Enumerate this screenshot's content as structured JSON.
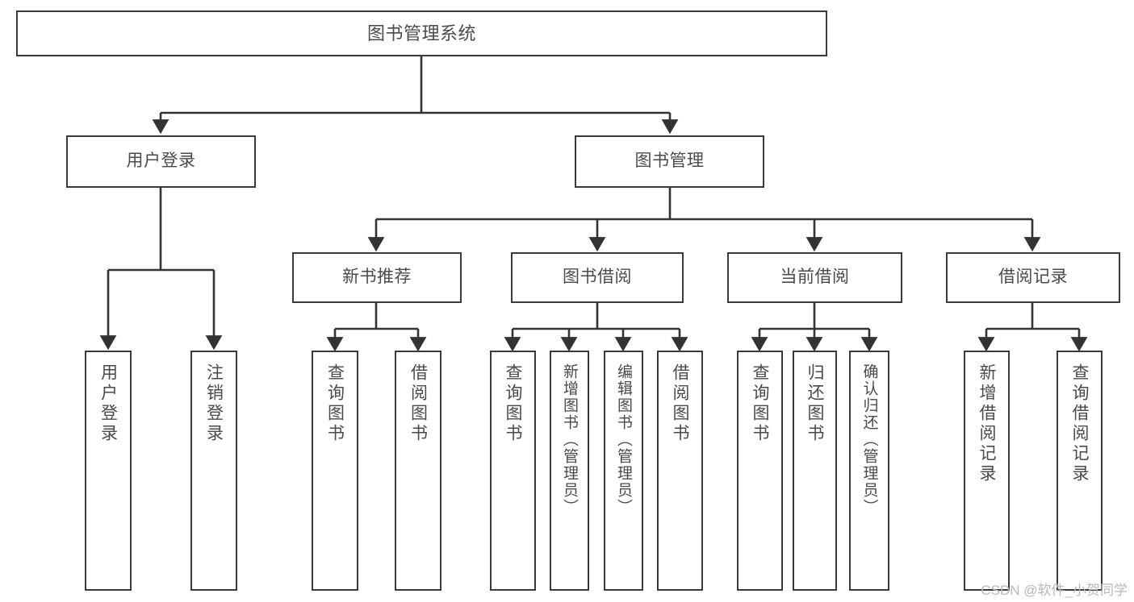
{
  "diagram": {
    "title": "图书管理系统",
    "type": "tree-hierarchy",
    "orientation": "top-down",
    "watermark": "CSDN @软件_小贺同学",
    "colors": {
      "box_border": "#3a3a3a",
      "text": "#4a4a4a",
      "background": "#ffffff",
      "connector": "#333333",
      "watermark": "#b9b9b9"
    }
  },
  "nodes": {
    "root": {
      "label": "图书管理系统"
    },
    "level1": [
      {
        "label": "用户登录"
      },
      {
        "label": "图书管理"
      }
    ],
    "level2": [
      {
        "label": "新书推荐"
      },
      {
        "label": "图书借阅"
      },
      {
        "label": "当前借阅"
      },
      {
        "label": "借阅记录"
      }
    ],
    "leaves": {
      "user_login": [
        {
          "label": "用户登录"
        },
        {
          "label": "注销登录"
        }
      ],
      "new_book_recommend": [
        {
          "label": "查询图书"
        },
        {
          "label": "借阅图书"
        }
      ],
      "book_borrow": [
        {
          "label": "查询图书"
        },
        {
          "label": "新增图书（管理员）"
        },
        {
          "label": "编辑图书（管理员）"
        },
        {
          "label": "借阅图书"
        }
      ],
      "current_borrow": [
        {
          "label": "查询图书"
        },
        {
          "label": "归还图书"
        },
        {
          "label": "确认归还（管理员）"
        }
      ],
      "borrow_record": [
        {
          "label": "新增借阅记录"
        },
        {
          "label": "查询借阅记录"
        }
      ]
    }
  }
}
